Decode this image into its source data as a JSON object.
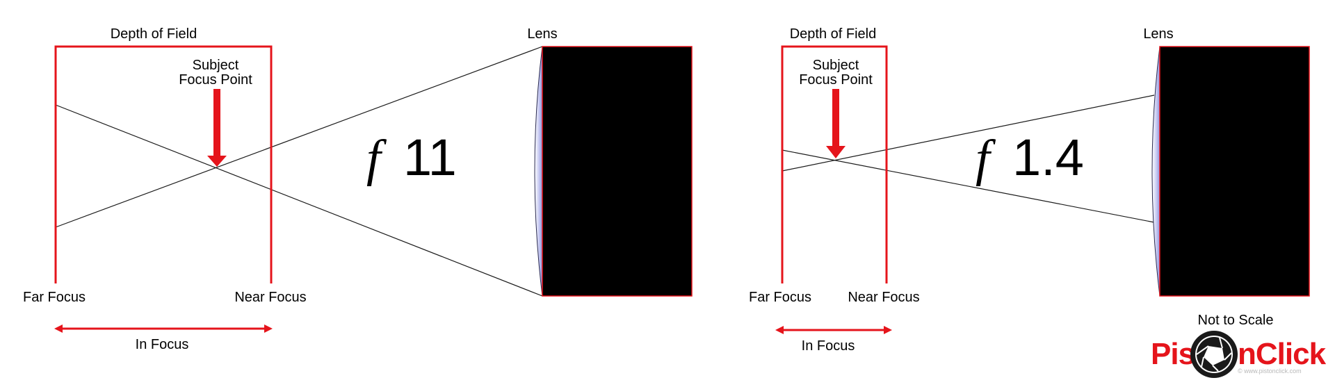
{
  "colors": {
    "accent_red": "#e5141b",
    "lens_body": "#000000",
    "lens_glass_edge": "#9aa0e6",
    "ray": "#1a1a1a"
  },
  "diagrams": [
    {
      "depth_label": "Depth of Field",
      "subject_label_line1": "Subject",
      "subject_label_line2": "Focus Point",
      "lens_label": "Lens",
      "aperture_symbol": "f",
      "aperture_value": "11",
      "far_label": "Far Focus",
      "near_label": "Near Focus",
      "in_focus_label": "In Focus"
    },
    {
      "depth_label": "Depth of Field",
      "subject_label_line1": "Subject",
      "subject_label_line2": "Focus Point",
      "lens_label": "Lens",
      "aperture_symbol": "f",
      "aperture_value": "1.4",
      "far_label": "Far Focus",
      "near_label": "Near Focus",
      "in_focus_label": "In Focus"
    }
  ],
  "note": "Not to Scale",
  "logo": {
    "text_before": "Pist",
    "text_after": "nClick",
    "icon": "aperture-shutter-icon",
    "tagline": "© www.pistonclick.com"
  }
}
